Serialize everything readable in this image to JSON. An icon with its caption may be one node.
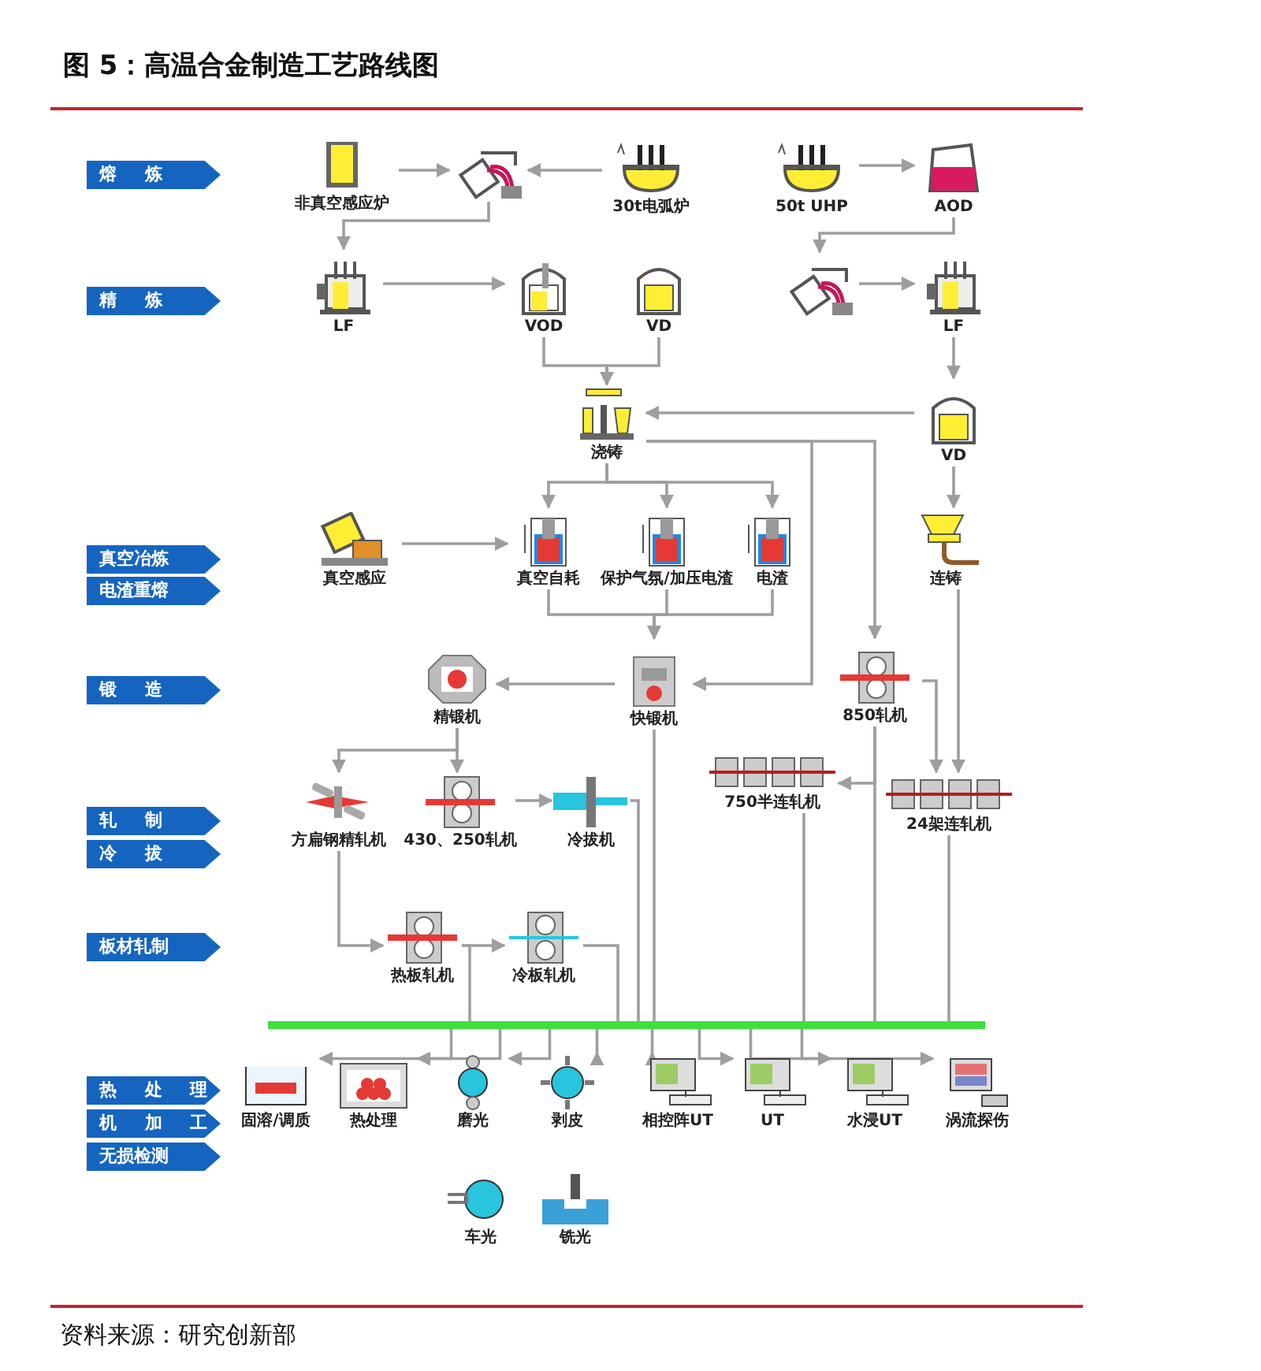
{
  "diagram": {
    "title": "图 5：高温合金制造工艺路线图",
    "nodes": [
      {
        "text": [
          "熔 炼"
        ]
      },
      {
        "text": [
          "精 炼"
        ]
      },
      {
        "text": [
          "真空冶炼"
        ]
      },
      {
        "text": [
          "电渣重熔"
        ]
      },
      {
        "text": [
          "锻 造"
        ]
      },
      {
        "text": [
          "轧 制"
        ]
      },
      {
        "text": [
          "冷 拔"
        ]
      },
      {
        "text": [
          "板材轧制"
        ]
      },
      {
        "text": [
          "热 处 理"
        ]
      },
      {
        "text": [
          "机 加 工"
        ]
      },
      {
        "text": [
          "无损检测"
        ]
      },
      {
        "text": [
          "非真空感应炉"
        ]
      },
      {
        "text": [],
        "shape": "picture"
      },
      {
        "text": [
          "30t电弧炉"
        ]
      },
      {
        "text": [
          "50t UHP"
        ]
      },
      {
        "text": [
          "AOD"
        ]
      },
      {
        "text": [
          "LF"
        ]
      },
      {
        "text": [
          "VOD"
        ]
      },
      {
        "text": [
          "VD"
        ]
      },
      {
        "text": [],
        "shape": "picture"
      },
      {
        "text": [
          "LF"
        ]
      },
      {
        "text": [
          "浇铸"
        ]
      },
      {
        "text": [
          "VD"
        ]
      },
      {
        "text": [
          "真空感应"
        ]
      },
      {
        "text": [
          "真空自耗"
        ]
      },
      {
        "text": [
          "保护气氛/加压电渣"
        ]
      },
      {
        "text": [
          "电渣"
        ]
      },
      {
        "text": [
          "连铸"
        ]
      },
      {
        "text": [
          "精锻机"
        ]
      },
      {
        "text": [
          "快锻机"
        ]
      },
      {
        "text": [
          "850轧机"
        ]
      },
      {
        "text": [
          "750半连轧机"
        ]
      },
      {
        "text": [
          "24架连轧机"
        ]
      },
      {
        "text": [
          "方扁钢精轧机"
        ]
      },
      {
        "text": [
          "430、250轧机"
        ]
      },
      {
        "text": [
          "冷拔机"
        ]
      },
      {
        "text": [
          "热板轧机"
        ]
      },
      {
        "text": [
          "冷板轧机"
        ]
      },
      {
        "text": [],
        "shape": "bar"
      },
      {
        "text": [
          "固溶/调质"
        ]
      },
      {
        "text": [
          "热处理"
        ]
      },
      {
        "text": [
          "磨光"
        ]
      },
      {
        "text": [
          "剥皮"
        ]
      },
      {
        "text": [
          "相控阵UT"
        ]
      },
      {
        "text": [
          "UT"
        ]
      },
      {
        "text": [
          "水浸UT"
        ]
      },
      {
        "text": [
          "涡流探伤"
        ]
      },
      {
        "text": [
          "车光"
        ]
      },
      {
        "text": [
          "铣光"
        ]
      }
    ],
    "edges": [
      {
        "from": 11,
        "to": 12,
        "arrow": "to"
      },
      {
        "from": 13,
        "to": 12,
        "arrow": "to"
      },
      {
        "from": 12,
        "to": 16,
        "arrow": "to"
      },
      {
        "from": 16,
        "to": 17,
        "arrow": "to"
      },
      {
        "from": 17,
        "to": 21,
        "arrow": "to"
      },
      {
        "from": 18,
        "to": 21,
        "arrow": "to"
      },
      {
        "from": 14,
        "to": 15,
        "arrow": "to"
      },
      {
        "from": 15,
        "to": 19,
        "arrow": "to"
      },
      {
        "from": 19,
        "to": 20,
        "arrow": "to"
      },
      {
        "from": 20,
        "to": 22,
        "arrow": "to"
      },
      {
        "from": 22,
        "to": 21,
        "arrow": "to"
      },
      {
        "from": 22,
        "to": 27,
        "arrow": "to"
      },
      {
        "from": 21,
        "to": 24,
        "arrow": "to"
      },
      {
        "from": 21,
        "to": 25,
        "arrow": "to"
      },
      {
        "from": 21,
        "to": 26,
        "arrow": "to"
      },
      {
        "from": 23,
        "to": 24,
        "arrow": "to"
      },
      {
        "from": 24,
        "to": 29,
        "arrow": "to"
      },
      {
        "from": 25,
        "to": 29,
        "arrow": "to"
      },
      {
        "from": 26,
        "to": 29,
        "arrow": "to"
      },
      {
        "from": 21,
        "to": 29,
        "arrow": "to"
      },
      {
        "from": 21,
        "to": 30,
        "arrow": "to"
      },
      {
        "from": 29,
        "to": 28,
        "arrow": "to"
      },
      {
        "from": 28,
        "to": 33,
        "arrow": "to"
      },
      {
        "from": 28,
        "to": 34,
        "arrow": "to"
      },
      {
        "from": 34,
        "to": 35,
        "arrow": "to"
      },
      {
        "from": 27,
        "to": 32,
        "arrow": "to"
      },
      {
        "from": 30,
        "to": 32,
        "arrow": "to"
      },
      {
        "from": 30,
        "to": 31,
        "arrow": "to"
      },
      {
        "from": 33,
        "to": 36,
        "arrow": "to"
      },
      {
        "from": 36,
        "to": 37,
        "arrow": "to"
      },
      {
        "from": 36,
        "to": 38,
        "arrow": "none"
      },
      {
        "from": 37,
        "to": 38,
        "arrow": "none"
      },
      {
        "from": 35,
        "to": 38,
        "arrow": "none"
      },
      {
        "from": 29,
        "to": 38,
        "arrow": "none"
      },
      {
        "from": 31,
        "to": 38,
        "arrow": "none"
      },
      {
        "from": 30,
        "to": 38,
        "arrow": "none"
      },
      {
        "from": 32,
        "to": 38,
        "arrow": "none"
      },
      {
        "from": 38,
        "to": 39,
        "arrow": "to"
      },
      {
        "from": 38,
        "to": 40,
        "arrow": "to"
      },
      {
        "from": 38,
        "to": 41,
        "arrow": "to"
      },
      {
        "from": 38,
        "to": 42,
        "arrow": "to"
      },
      {
        "from": 38,
        "to": 43,
        "arrow": "to"
      },
      {
        "from": 38,
        "to": 44,
        "arrow": "to"
      },
      {
        "from": 38,
        "to": 45,
        "arrow": "to"
      },
      {
        "from": 38,
        "to": 46,
        "arrow": "to"
      }
    ],
    "caption": "资料来源：研究创新部"
  }
}
